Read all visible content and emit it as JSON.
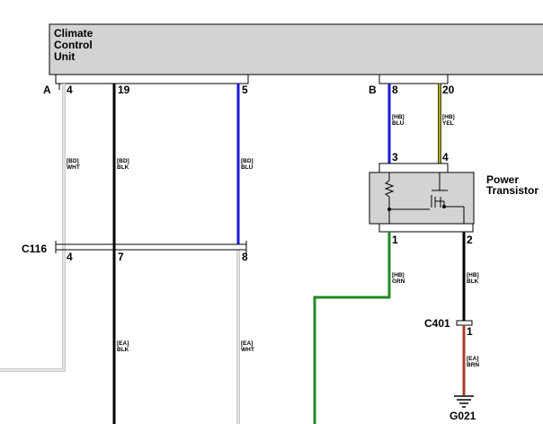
{
  "module": {
    "title_lines": [
      "Climate",
      "Control",
      "Unit"
    ]
  },
  "connectors": {
    "a": "A",
    "b": "B",
    "c116": "C116",
    "c401": "C401"
  },
  "pins": {
    "a4": "4",
    "a19": "19",
    "a5": "5",
    "b8": "8",
    "b20": "20",
    "c116_4": "4",
    "c116_7": "7",
    "c116_8": "8",
    "pt3": "3",
    "pt4": "4",
    "pt1": "1",
    "pt2": "2",
    "c401_1": "1"
  },
  "wires": {
    "a4": [
      "[BD]",
      "WHT"
    ],
    "a19": [
      "[BD]",
      "BLK"
    ],
    "a5": [
      "[BD]",
      "BLU"
    ],
    "b8": [
      "[HB]",
      "BLU"
    ],
    "b20": [
      "[HB]",
      "YEL"
    ],
    "pt1": [
      "[HB]",
      "GRN"
    ],
    "pt2": [
      "[HB]",
      "BLK"
    ],
    "c116_7": [
      "[EA]",
      "BLK"
    ],
    "c116_8": [
      "[EA]",
      "WHT"
    ],
    "c401": [
      "[EA]",
      "BRN"
    ]
  },
  "component": {
    "name_lines": [
      "Power",
      "Transistor"
    ]
  },
  "ground": "G021",
  "colors": {
    "blk": "#000000",
    "wht": "#b8b8b8",
    "blu": "#1a1ad6",
    "yel": "#d6d600",
    "grn": "#1f8a1f",
    "brn": "#b03a2e",
    "module_fill": "#d3d3d3"
  }
}
